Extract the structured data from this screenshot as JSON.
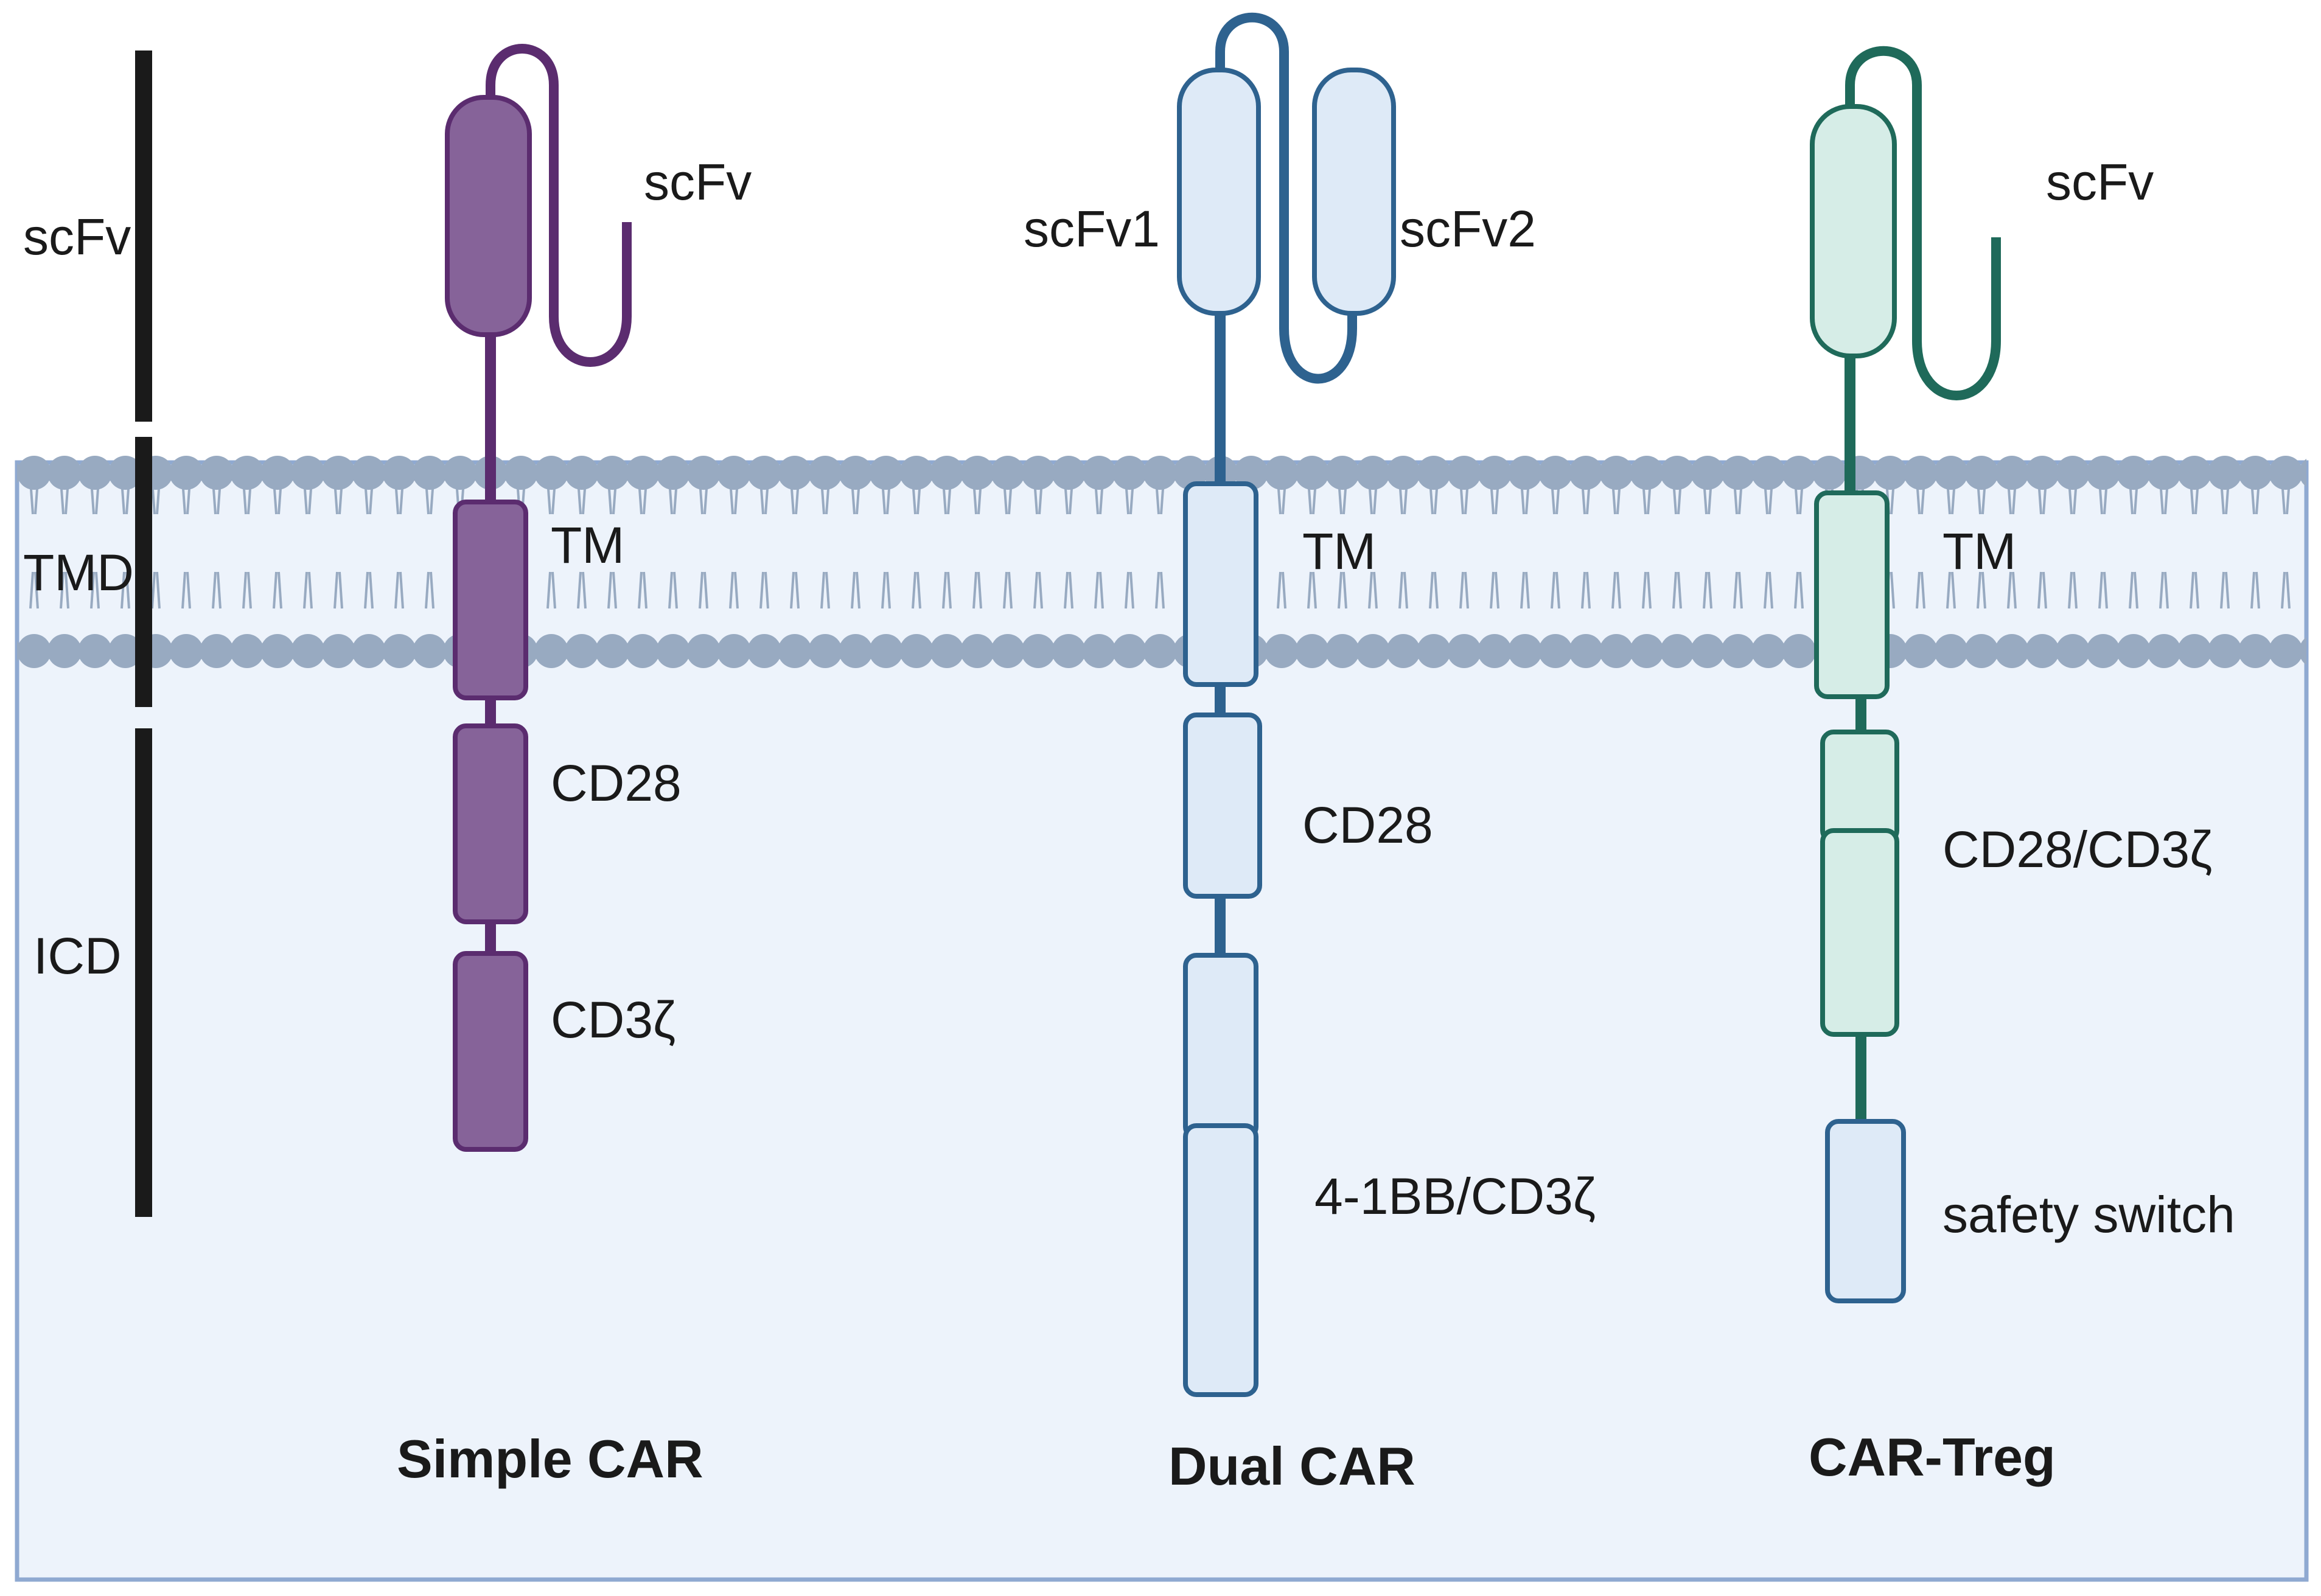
{
  "regions": {
    "scfv": "scFv",
    "tmd": "TMD",
    "icd": "ICD"
  },
  "simple_car": {
    "title": "Simple CAR",
    "scfv_label": "scFv",
    "tm_label": "TM",
    "cd28_label": "CD28",
    "cd3z_label": "CD3ζ",
    "color": "#5b2c6f",
    "fill": "#866399"
  },
  "dual_car": {
    "title": "Dual CAR",
    "scfv1_label": "scFv1",
    "scfv2_label": "scFv2",
    "tm_label": "TM",
    "cd28_label": "CD28",
    "signal_label": "4-1BB/CD3ζ",
    "color": "#2e628f",
    "fill": "#deeaf7"
  },
  "car_treg": {
    "title": "CAR-Treg",
    "scfv_label": "scFv",
    "tm_label": "TM",
    "signal_label": "CD28/CD3ζ",
    "switch_label": "safety switch",
    "color": "#1f6a5a",
    "fill": "#d6ede7",
    "switch_color": "#2e628f",
    "switch_fill": "#deeaf7"
  },
  "colors": {
    "cell_background": "#edf3fb",
    "cell_border": "#8fa9d1",
    "membrane": "#98aac1"
  }
}
